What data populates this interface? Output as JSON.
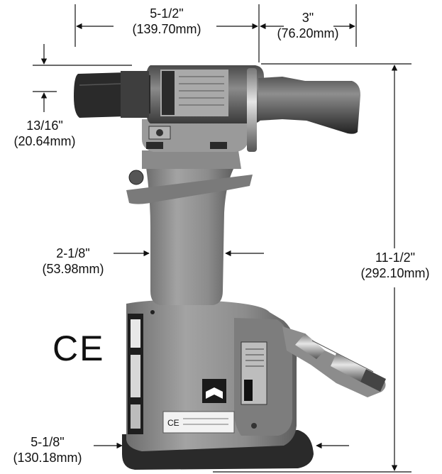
{
  "dimensions": {
    "top_width": {
      "inch": "5-1/2\"",
      "mm": "(139.70mm)"
    },
    "handle_length": {
      "inch": "3\"",
      "mm": "(76.20mm)"
    },
    "nose_offset": {
      "inch": "13/16\"",
      "mm": "(20.64mm)"
    },
    "grip_width": {
      "inch": "2-1/8\"",
      "mm": "(53.98mm)"
    },
    "height": {
      "inch": "11-1/2\"",
      "mm": "(292.10mm)"
    },
    "base_width": {
      "inch": "5-1/8\"",
      "mm": "(130.18mm)"
    }
  },
  "marks": {
    "ce": "CE"
  },
  "colors": {
    "body": "#8f8f8f",
    "dark": "#2b2b2b",
    "line": "#111111"
  }
}
